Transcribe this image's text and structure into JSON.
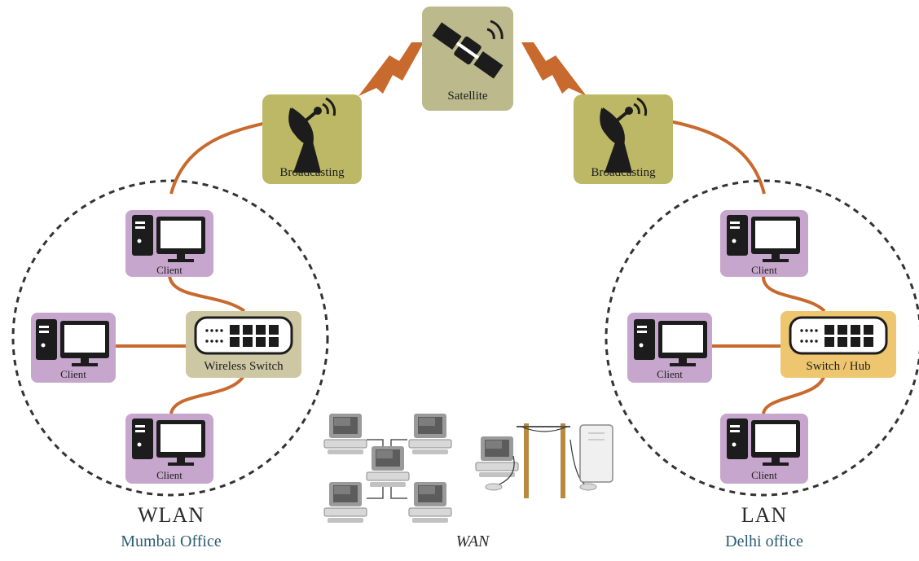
{
  "nodes": {
    "satellite": "Satellite",
    "broadcasting_left": "Broadcasting",
    "broadcasting_right": "Broadcasting",
    "wireless_switch": "Wireless Switch",
    "switch_hub": "Switch / Hub",
    "client": "Client"
  },
  "networks": {
    "wlan": {
      "title": "WLAN",
      "location": "Mumbai Office"
    },
    "lan": {
      "title": "LAN",
      "location": "Delhi office"
    },
    "wan": {
      "title": "WAN"
    }
  },
  "colors": {
    "link": "#c8692e",
    "broadcast_box": "#bdb865",
    "satellite_box": "#bcb98c",
    "client_box": "#c6a6cc",
    "wireless_switch_box": "#cdc7a3",
    "switch_hub_box": "#eec66f",
    "circle": "#333333"
  },
  "icons": [
    "satellite-icon",
    "dish-antenna-icon",
    "computer-icon",
    "switch-icon",
    "lightning-link-icon"
  ]
}
